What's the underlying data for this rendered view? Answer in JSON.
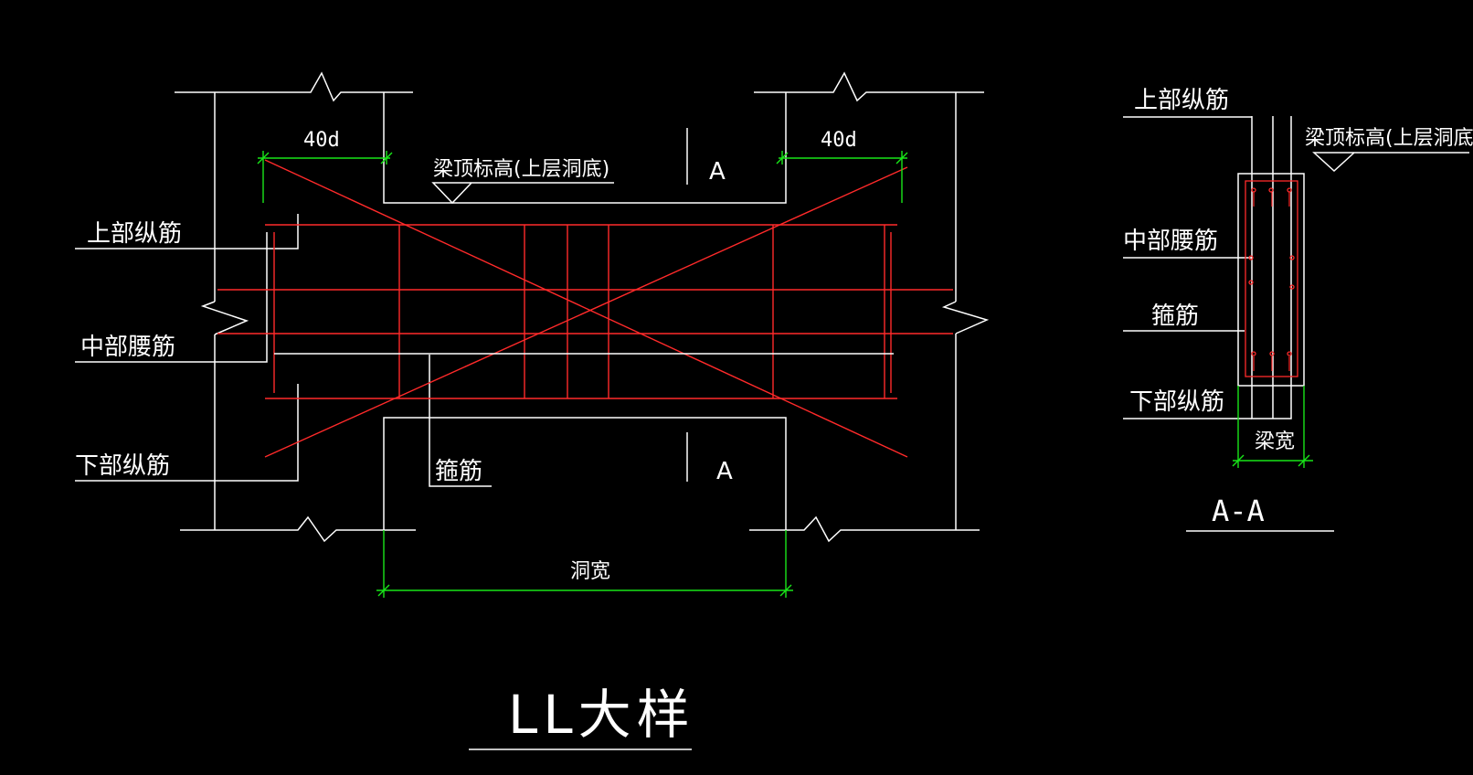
{
  "colors": {
    "background": "#000000",
    "outline": "#ffffff",
    "rebar": "#ff2a2a",
    "dimension": "#19e619"
  },
  "main_view": {
    "dim_left": "40d",
    "dim_right": "40d",
    "beam_top_label": "梁顶标高(上层洞底)",
    "section_mark_top": "A",
    "section_mark_bottom": "A",
    "label_top_bar": "上部纵筋",
    "label_mid_bar": "中部腰筋",
    "label_bottom_bar": "下部纵筋",
    "label_stirrup": "箍筋",
    "dim_opening": "洞宽",
    "title": "LL大样"
  },
  "section_view": {
    "label_top_bar": "上部纵筋",
    "label_beam_top": "梁顶标高(上层洞底)",
    "label_mid_bar": "中部腰筋",
    "label_stirrup": "箍筋",
    "label_bottom_bar": "下部纵筋",
    "dim_width": "梁宽",
    "title": "A-A"
  }
}
